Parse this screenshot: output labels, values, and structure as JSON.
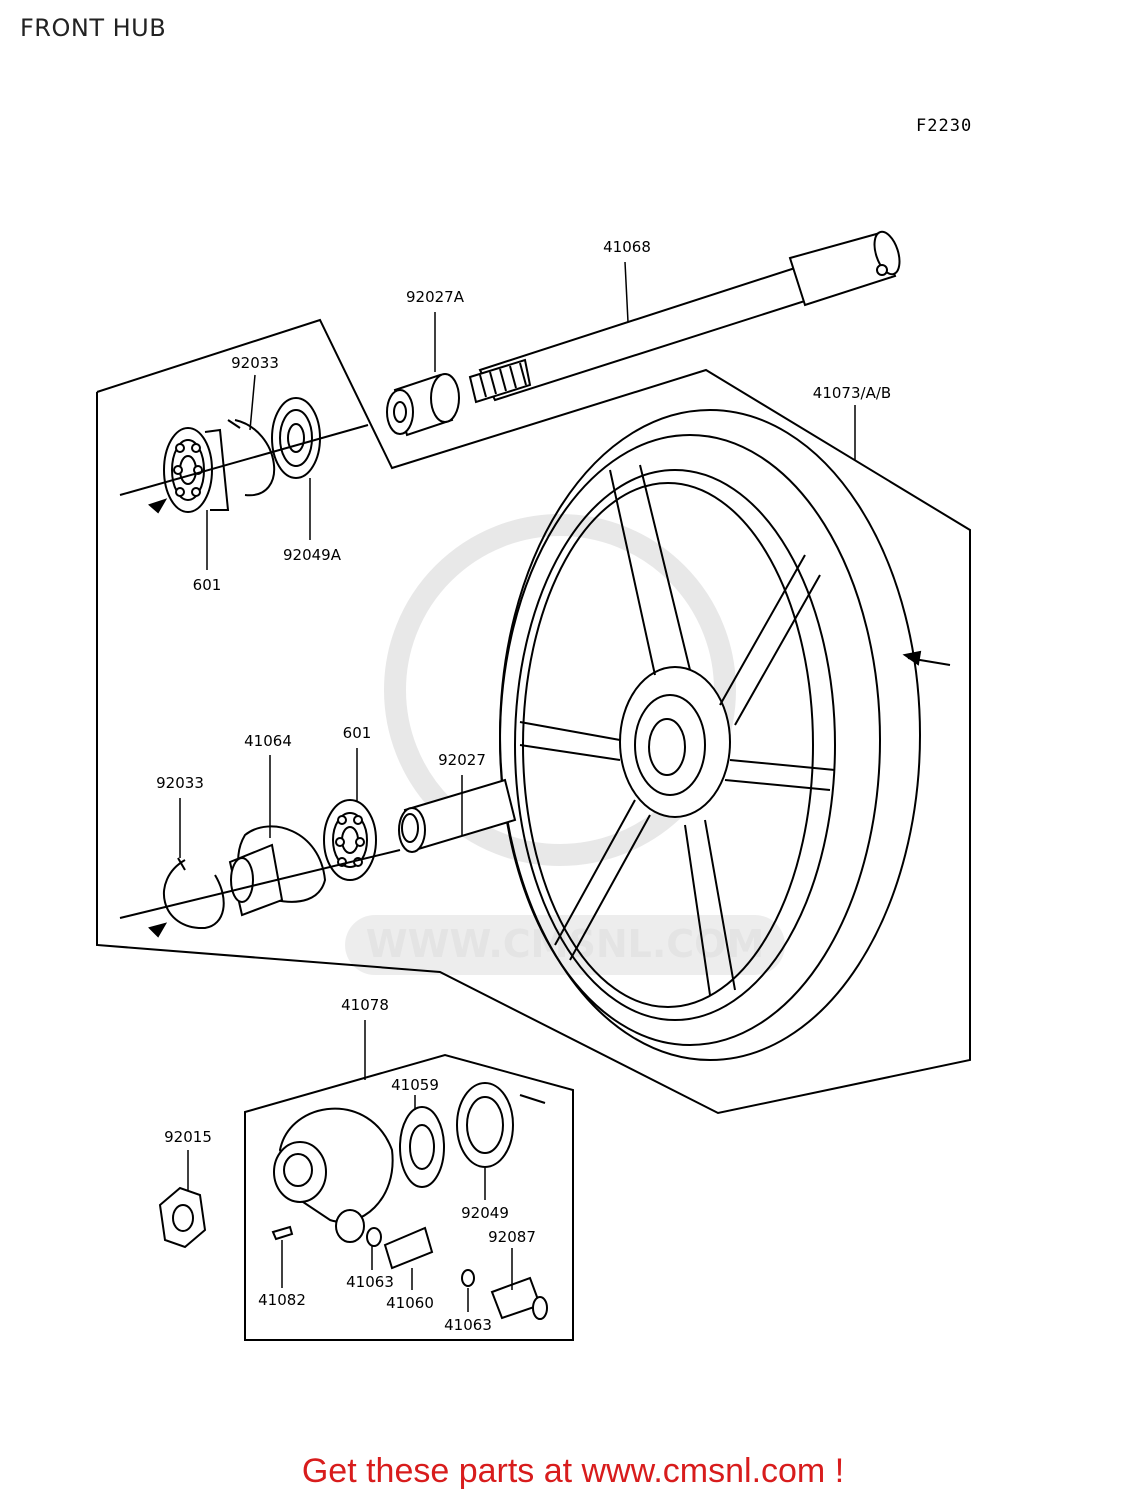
{
  "header": {
    "title": "FRONT HUB",
    "figure_code": "F2230"
  },
  "watermark": {
    "text": "WWW.CMSNL.COM"
  },
  "parts": [
    {
      "id": "41068"
    },
    {
      "id": "92027A"
    },
    {
      "id": "92033"
    },
    {
      "id": "41073/A/B"
    },
    {
      "id": "92049A"
    },
    {
      "id": "601"
    },
    {
      "id": "41064"
    },
    {
      "id": "601"
    },
    {
      "id": "92027"
    },
    {
      "id": "92033"
    },
    {
      "id": "41078"
    },
    {
      "id": "41059"
    },
    {
      "id": "92015"
    },
    {
      "id": "92049"
    },
    {
      "id": "92087"
    },
    {
      "id": "41063"
    },
    {
      "id": "41082"
    },
    {
      "id": "41060"
    },
    {
      "id": "41063"
    }
  ],
  "footer": {
    "text": "Get these parts at www.cmsnl.com !"
  }
}
